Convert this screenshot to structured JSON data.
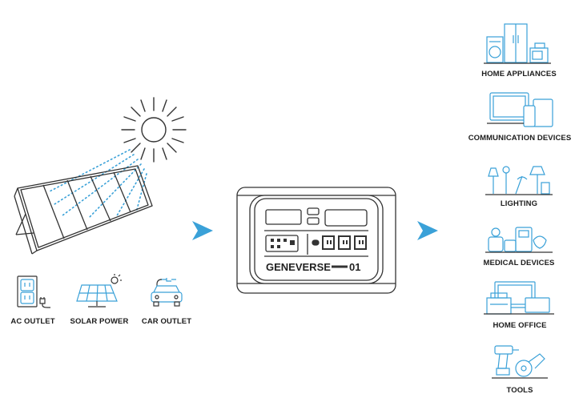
{
  "sources": [
    {
      "label": "AC OUTLET",
      "icon": "ac-outlet-icon"
    },
    {
      "label": "SOLAR POWER",
      "icon": "solar-panel-icon"
    },
    {
      "label": "CAR OUTLET",
      "icon": "car-outlet-icon"
    }
  ],
  "station": {
    "brand": "GENEVERSE",
    "model": "01",
    "icon": "power-station-icon"
  },
  "devices": [
    {
      "label": "HOME APPLIANCES",
      "icon": "home-appliances-icon"
    },
    {
      "label": "COMMUNICATION DEVICES",
      "icon": "communication-devices-icon"
    },
    {
      "label": "LIGHTING",
      "icon": "lighting-icon"
    },
    {
      "label": "MEDICAL DEVICES",
      "icon": "medical-devices-icon"
    },
    {
      "label": "HOME OFFICE",
      "icon": "home-office-icon"
    },
    {
      "label": "TOOLS",
      "icon": "tools-icon"
    }
  ],
  "colors": {
    "accent": "#3aa1d8",
    "line": "#333333",
    "text": "#1c1c1c"
  }
}
